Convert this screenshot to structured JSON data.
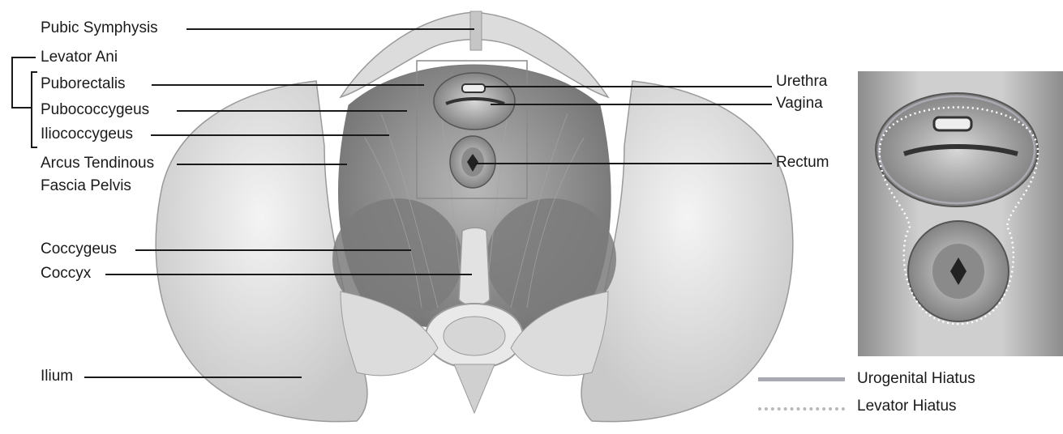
{
  "labels": {
    "pubic_symphysis": "Pubic Symphysis",
    "levator_ani": "Levator Ani",
    "puborectalis": "Puborectalis",
    "pubococcygeus": "Pubococcygeus",
    "iliococcygeus": "Iliococcygeus",
    "arcus_line1": "Arcus Tendinous",
    "arcus_line2": "Fascia Pelvis",
    "coccygeus": "Coccygeus",
    "coccyx": "Coccyx",
    "ilium": "Ilium",
    "urethra": "Urethra",
    "vagina": "Vagina",
    "rectum": "Rectum"
  },
  "legend": {
    "urogenital": {
      "label": "Urogenital Hiatus",
      "color": "#a9a9b1"
    },
    "levator": {
      "label": "Levator Hiatus",
      "color": "#b9b9b9"
    }
  },
  "colors": {
    "bone": "#e6e6e6",
    "bone_shadow": "#bdbdbd",
    "muscle": "#9a9a9a",
    "muscle_dark": "#6e6e6e",
    "organ": "#7d7d7d",
    "line": "#1a1a1a"
  }
}
